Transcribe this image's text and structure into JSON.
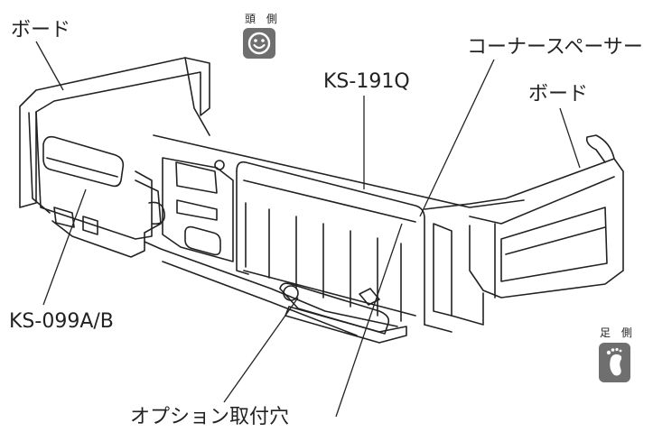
{
  "labels": {
    "board_left": "ボード",
    "head_side": "頭 側",
    "corner_spacer": "コーナースペーサー",
    "model_top": "KS-191Q",
    "board_right": "ボード",
    "model_left": "KS-099A/B",
    "foot_side": "足 側",
    "option_hole": "オプション取付穴"
  },
  "icons": {
    "head": "smiley-face-icon",
    "foot": "footprint-icon"
  },
  "colors": {
    "badge": "#6f6f6f",
    "line": "#222222"
  }
}
